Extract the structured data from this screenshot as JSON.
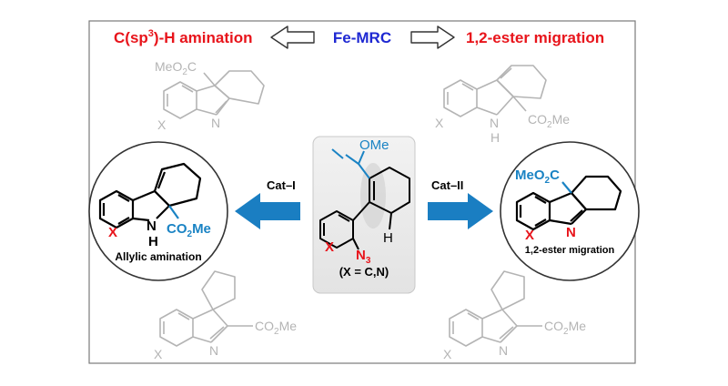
{
  "header": {
    "left_label": "C(sp",
    "left_sup": "3",
    "left_suffix": ")-H amination",
    "center_label": "Fe-MRC",
    "right_label": "1,2-ester migration"
  },
  "arrows": {
    "left": "Cat–I",
    "right": "Cat–II"
  },
  "left_product": {
    "nh": "NH",
    "co2me_1": "CO",
    "co2me_2": "2",
    "co2me_3": "Me",
    "x": "X",
    "caption": "Allylic amination"
  },
  "right_product": {
    "meo2c_1": "MeO",
    "meo2c_2": "2",
    "meo2c_3": "C",
    "n": "N",
    "x": "X",
    "caption": "1,2-ester migration"
  },
  "center_substrate": {
    "ome": "OMe",
    "h": "H",
    "x": "X",
    "n": "N",
    "n_sub": "3",
    "condition": "(X = C,N)"
  },
  "background_structures": {
    "tl_meo2c": "MeO",
    "tl_meo2c_sub": "2",
    "tl_meo2c_c": "C",
    "tl_x": "X",
    "tl_n": "N",
    "tr_x": "X",
    "tr_n": "N",
    "tr_h": "H",
    "tr_co2me": "CO",
    "tr_co2me_sub": "2",
    "tr_co2me_me": "Me",
    "bl_x": "X",
    "bl_n": "N",
    "bl_co2me": "CO",
    "bl_co2me_sub": "2",
    "bl_co2me_me": "Me",
    "br_x": "X",
    "br_n": "N",
    "br_co2me": "CO",
    "br_co2me_sub": "2",
    "br_co2me_me": "Me"
  },
  "colors": {
    "red": "#e8141b",
    "blue": "#1e28d2",
    "teal": "#1a83c4",
    "arrow_blue": "#1a7ec2",
    "grey_struct": "#b4b4b4",
    "frame": "#7a7a7a"
  }
}
